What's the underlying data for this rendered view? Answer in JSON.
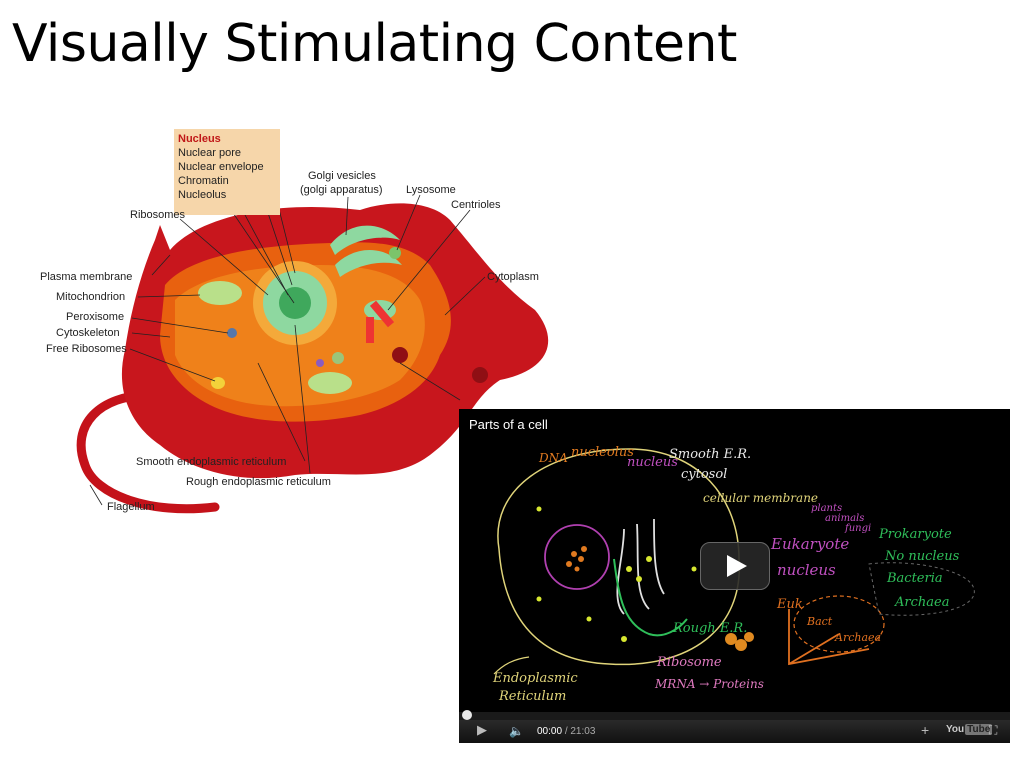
{
  "slide": {
    "title": "Visually Stimulating Content"
  },
  "diagram": {
    "nucleus_heading": "Nucleus",
    "nucleus_parts": [
      "Nuclear pore",
      "Nuclear envelope",
      "Chromatin",
      "Nucleolus"
    ],
    "labels": {
      "golgi": "Golgi vesicles",
      "golgi_sub": "(golgi apparatus)",
      "lysosome": "Lysosome",
      "centrioles": "Centrioles",
      "ribosomes": "Ribosomes",
      "plasma_membrane": "Plasma membrane",
      "mitochondrion": "Mitochondrion",
      "peroxisome": "Peroxisome",
      "cytoskeleton": "Cytoskeleton",
      "free_ribosomes": "Free Ribosomes",
      "cytoplasm": "Cytoplasm",
      "smooth_er": "Smooth endoplasmic reticulum",
      "rough_er": "Rough endoplasmic reticulum",
      "flagellum": "Flagellum"
    }
  },
  "video": {
    "title": "Parts of a cell",
    "time_current": "00:00",
    "time_total": "/ 21:03",
    "progress": 0,
    "youtube_label": "You",
    "youtube_tube": "Tube",
    "board": {
      "dna": "DNA",
      "nucleolus": "nucleolus",
      "nucleus": "nucleus",
      "smooth_er": "Smooth E.R.",
      "cytosol": "cytosol",
      "cell_membrane": "cellular membrane",
      "plants": "plants",
      "animals": "animals",
      "fungi": "fungi",
      "eukaryote": "Eukaryote",
      "nucleus2": "nucleus",
      "prokaryote": "Prokaryote",
      "no_nucleus": "No nucleus",
      "bacteria": "Bacteria",
      "archaea": "Archaea",
      "euk": "Euk",
      "bact": "Bact",
      "archaea2": "Archaea",
      "rough_er": "Rough E.R.",
      "ribosome": "Ribosome",
      "mrna": "MRNA → Proteins",
      "endoplasmic": "Endoplasmic",
      "reticulum": "Reticulum"
    }
  }
}
